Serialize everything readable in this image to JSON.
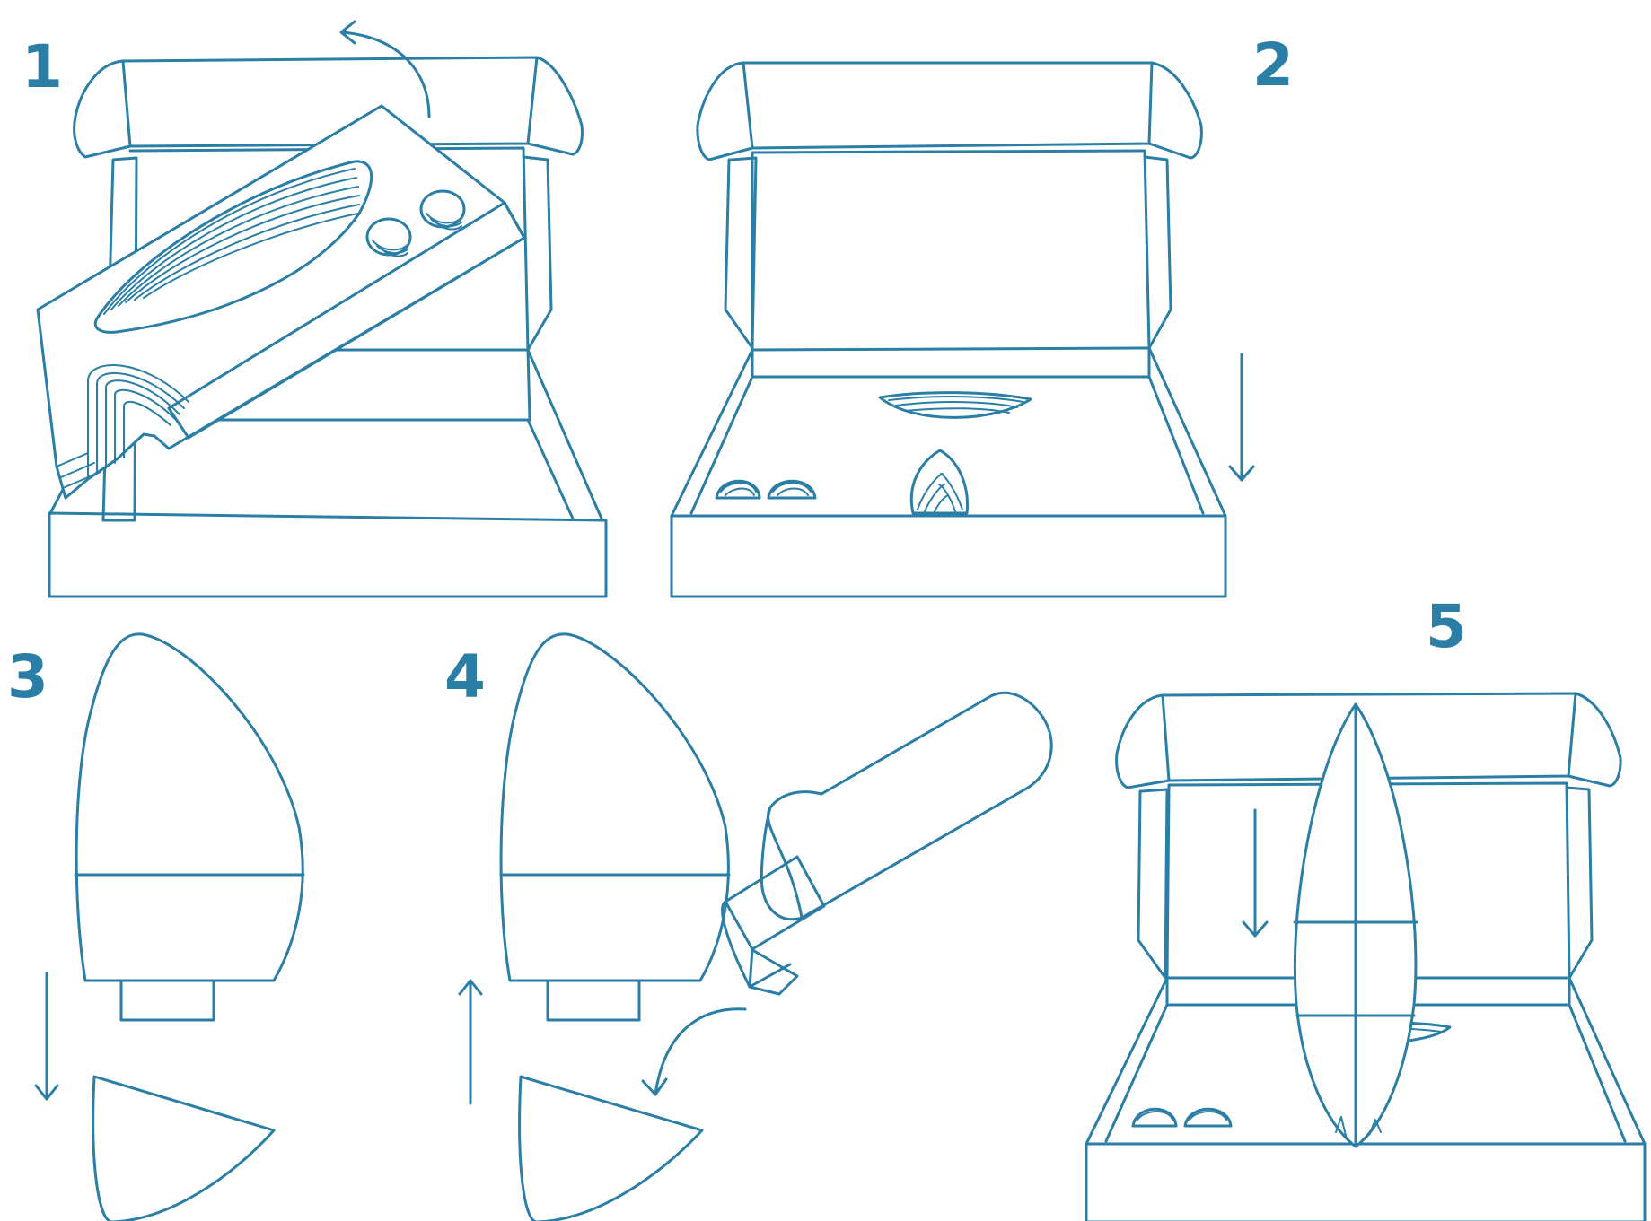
{
  "colors": {
    "line": "#2b7ea6",
    "background": "#ffffff"
  },
  "steps": [
    {
      "number": "1"
    },
    {
      "number": "2"
    },
    {
      "number": "3"
    },
    {
      "number": "4"
    },
    {
      "number": "5"
    }
  ]
}
